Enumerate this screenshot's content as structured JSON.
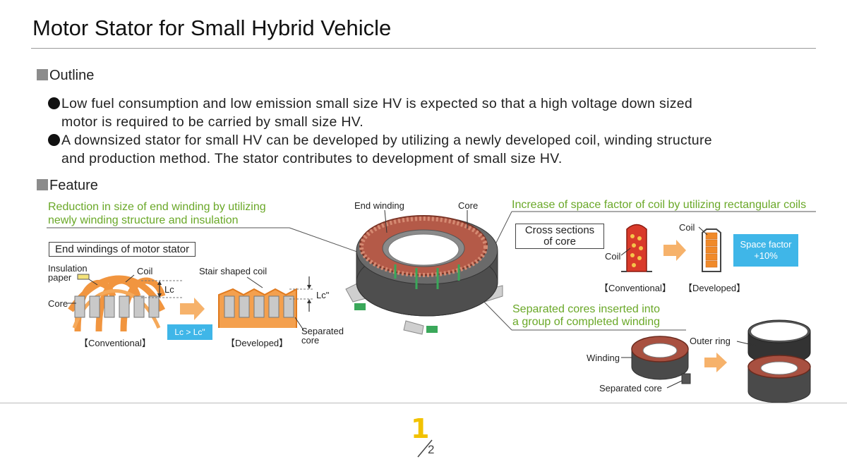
{
  "title": "Motor Stator for Small Hybrid Vehicle",
  "outline": {
    "heading": "Outline",
    "bullets": [
      {
        "line1": "Low fuel consumption and low emission small size HV is expected so that a high voltage down sized",
        "line2": "motor is required to be carried by small size HV."
      },
      {
        "line1": "A downsized stator for small HV can be developed by utilizing a newly developed coil, winding structure",
        "line2": "and production method. The stator contributes to development of small size HV."
      }
    ]
  },
  "feature": {
    "heading": "Feature",
    "left": {
      "caption_line1": "Reduction in size of end winding by utilizing",
      "caption_line2": "newly winding structure and insulation",
      "box_label": "End windings of motor stator",
      "insulation_paper_line1": "Insulation",
      "insulation_paper_line2": "paper",
      "coil": "Coil",
      "core": "Core",
      "lc": "Lc",
      "stair_coil": "Stair shaped coil",
      "lc_prime": "Lc\"",
      "separated_core_line1": "Separated",
      "separated_core_line2": "core",
      "conventional": "【Conventional】",
      "developed": "【Developed】",
      "compare": "Lc > Lc\""
    },
    "center": {
      "end_winding": "End winding",
      "core": "Core"
    },
    "right_top": {
      "caption": "Increase of space factor of coil by utilizing rectangular coils",
      "box_line1": "Cross sections",
      "box_line2": "of core",
      "coil_conv": "Coil",
      "coil_dev": "Coil",
      "conventional": "【Conventional】",
      "developed": "【Developed】",
      "space_factor_line1": "Space factor",
      "space_factor_line2": "+10%"
    },
    "right_bottom": {
      "caption_line1": "Separated cores inserted into",
      "caption_line2": "a group of completed winding",
      "outer_ring": "Outer ring",
      "winding": "Winding",
      "separated_core": "Separated core"
    }
  },
  "page": {
    "current": "1",
    "total": "2"
  },
  "colors": {
    "accent_green": "#6aa828",
    "coil_orange": "#f08a2a",
    "arrow_orange": "#f6b26b",
    "space_factor_blue": "#3fb6e8",
    "page_yellow": "#f2c200"
  }
}
